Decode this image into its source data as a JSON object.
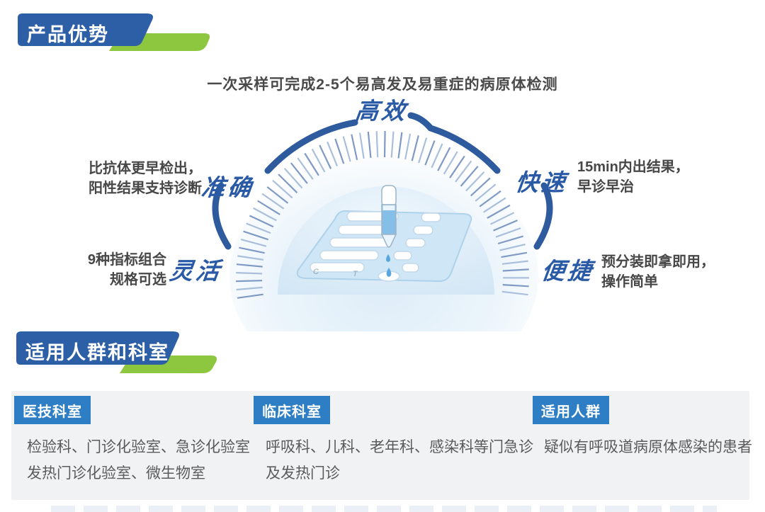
{
  "colors": {
    "banner_blue": "#2d5fa6",
    "banner_green": "#8dc63f",
    "label_blue": "#2a5aa5",
    "arc_blue": "#2e5b9e",
    "badge_blue": "#2e7ec5",
    "panel_bg": "#f1f2f4"
  },
  "header1": {
    "title": "产品优势"
  },
  "gauge": {
    "top_note": "一次采样可完成2-5个易高发及易重症的病原体检测",
    "labels": {
      "top": "高效",
      "left_upper": "准确",
      "right_upper": "快速",
      "left_lower": "灵活",
      "right_lower": "便捷"
    },
    "notes": {
      "left_upper": [
        "比抗体更早检出，",
        "阳性结果支持诊断"
      ],
      "right_upper": [
        "15min内出结果，",
        "早诊早治"
      ],
      "left_lower": [
        "9种指标组合",
        "规格可选"
      ],
      "right_lower": [
        "预分装即拿即用，",
        "操作简单"
      ]
    },
    "cassette_marks": [
      "C",
      "T"
    ]
  },
  "header2": {
    "title": "适用人群和科室"
  },
  "panel": {
    "columns": [
      {
        "badge": "医技科室",
        "lines": [
          "检验科、门诊化验室、急诊化验室",
          "发热门诊化验室、微生物室"
        ]
      },
      {
        "badge": "临床科室",
        "lines": [
          "呼吸科、儿科、老年科、感染科等门急诊",
          "及发热门诊"
        ]
      },
      {
        "badge": "适用人群",
        "lines": [
          "疑似有呼吸道病原体感染的患者"
        ]
      }
    ]
  }
}
